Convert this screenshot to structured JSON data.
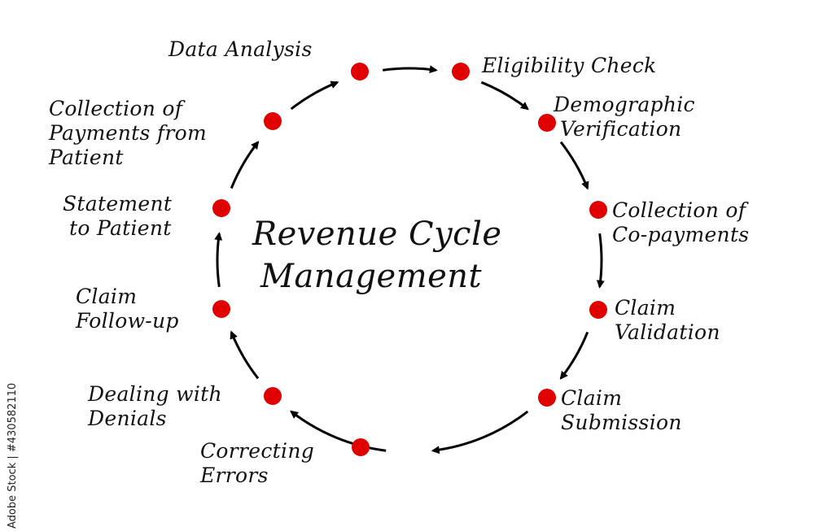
{
  "diagram": {
    "title_line1": "Revenue Cycle",
    "title_line2": "Management",
    "dot_color": "#e00000",
    "arrow_color": "#000000",
    "nodes": [
      {
        "line1": "Data Analysis",
        "line2": "",
        "line3": ""
      },
      {
        "line1": "Eligibility Check",
        "line2": "",
        "line3": ""
      },
      {
        "line1": "Demographic",
        "line2": "Verification",
        "line3": ""
      },
      {
        "line1": "Collection of",
        "line2": "Co-payments",
        "line3": ""
      },
      {
        "line1": "Claim",
        "line2": "Validation",
        "line3": ""
      },
      {
        "line1": "Claim",
        "line2": "Submission",
        "line3": ""
      },
      {
        "line1": "Correcting",
        "line2": "Errors",
        "line3": ""
      },
      {
        "line1": "Dealing with",
        "line2": "Denials",
        "line3": ""
      },
      {
        "line1": "Claim",
        "line2": "Follow-up",
        "line3": ""
      },
      {
        "line1": "Statement",
        "line2": "to Patient",
        "line3": ""
      },
      {
        "line1": "Collection of",
        "line2": "Payments from",
        "line3": "Patient"
      }
    ]
  },
  "watermark": "Adobe Stock | #430582110"
}
